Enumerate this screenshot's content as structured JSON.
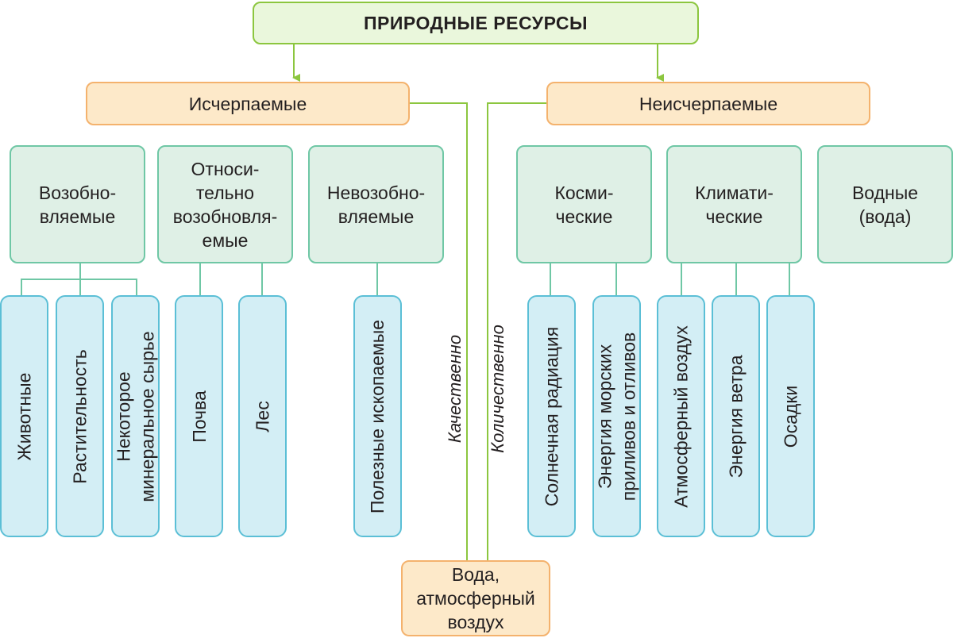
{
  "root": "ПРИРОДНЫЕ РЕСУРСЫ",
  "exhaustible": "Исчерпаемые",
  "inexhaustible": "Неисчерпаемые",
  "sub": {
    "renewable": "Возобно-\nвляемые",
    "relatively_renewable": "Относи-\nтельно\nвозобновля-\nемые",
    "nonrenewable": "Невозобно-\nвляемые",
    "cosmic": "Косми-\nческие",
    "climatic": "Климати-\nческие",
    "water": "Водные\n(вода)"
  },
  "leaves": {
    "animals": "Животные",
    "vegetation": "Растительность",
    "mineral_raw": "Некоторое\nминеральное сырье",
    "soil": "Почва",
    "forest": "Лес",
    "minerals": "Полезные ископаемые",
    "solar": "Солнечная радиация",
    "tidal": "Энергия морских\nприливов и отливов",
    "air": "Атмосферный воздух",
    "wind": "Энергия ветра",
    "precipitation": "Осадки"
  },
  "labels": {
    "qualitatively": "Качественно",
    "quantitatively": "Количественно"
  },
  "result": "Вода,\nатмосферный\nвоздух",
  "colors": {
    "green_line": "#8cc63f",
    "teal_line": "#6fc7a5",
    "orange_border": "#f4b26d",
    "blue_border": "#5bbfd6"
  }
}
